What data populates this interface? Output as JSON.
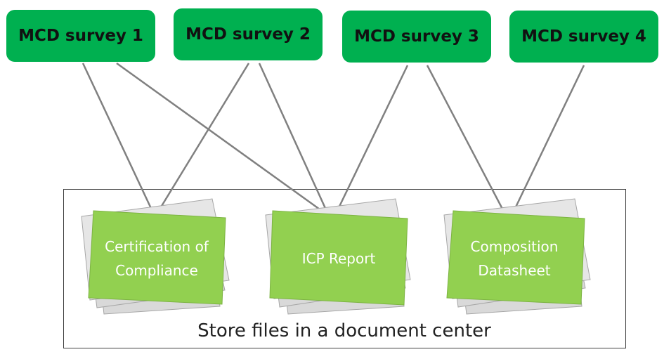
{
  "surveys": [
    {
      "label": "MCD survey 1"
    },
    {
      "label": "MCD survey 2"
    },
    {
      "label": "MCD survey 3"
    },
    {
      "label": "MCD survey 4"
    }
  ],
  "documents": [
    {
      "label": "Certification of Compliance"
    },
    {
      "label": "ICP Report"
    },
    {
      "label": "Composition Datasheet"
    }
  ],
  "document_center": {
    "caption": "Store files in a document center"
  },
  "colors": {
    "survey_fill": "#00b050",
    "document_fill": "#92d050",
    "document_shadow": "#d9d9d9",
    "connector": "#808080"
  }
}
